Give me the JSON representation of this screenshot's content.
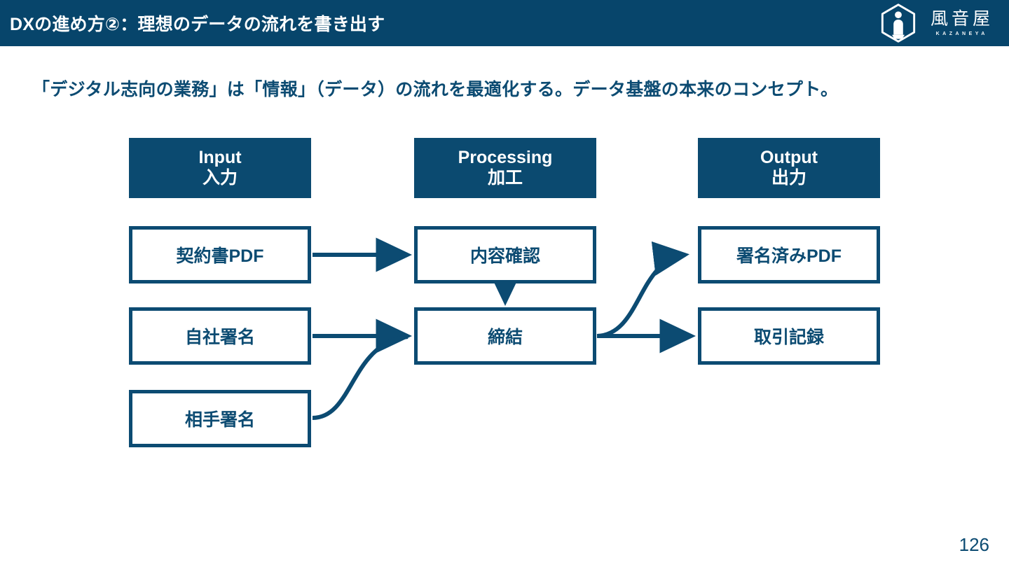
{
  "header": {
    "title": "DXの進め方②：理想のデータの流れを書き出す",
    "bar_color": "#07456b",
    "logo": {
      "icon_name": "kazaneya-hexagon-logo",
      "text_jp": "風音屋",
      "text_en": "KAZANEYA"
    }
  },
  "subtitle": "「デジタル志向の業務」は「情報」（データ）の流れを最適化する。データ基盤の本来のコンセプト。",
  "accent_color": "#0c4b72",
  "diagram": {
    "columns": [
      {
        "key": "input",
        "en": "Input",
        "jp": "入力"
      },
      {
        "key": "process",
        "en": "Processing",
        "jp": "加工"
      },
      {
        "key": "output",
        "en": "Output",
        "jp": "出力"
      }
    ],
    "nodes": {
      "input": [
        {
          "label": "契約書PDF"
        },
        {
          "label": "自社署名"
        },
        {
          "label": "相手署名"
        }
      ],
      "process": [
        {
          "label": "内容確認"
        },
        {
          "label": "締結"
        }
      ],
      "output": [
        {
          "label": "署名済みPDF"
        },
        {
          "label": "取引記録"
        }
      ]
    },
    "connectors": [
      {
        "name": "arrow-keiyakusho-to-naiyoukakunin",
        "from": "契約書PDF",
        "to": "内容確認",
        "style": "straight"
      },
      {
        "name": "arrow-naiyoukakunin-to-teiketsu",
        "from": "内容確認",
        "to": "締結",
        "style": "straight-down"
      },
      {
        "name": "arrow-jishashomei-to-teiketsu",
        "from": "自社署名",
        "to": "締結",
        "style": "straight"
      },
      {
        "name": "arrow-aiteshomei-to-teiketsu",
        "from": "相手署名",
        "to": "締結",
        "style": "curve"
      },
      {
        "name": "arrow-teiketsu-to-shomeizumi-pdf",
        "from": "締結",
        "to": "署名済みPDF",
        "style": "curve"
      },
      {
        "name": "arrow-teiketsu-to-torihikikiroku",
        "from": "締結",
        "to": "取引記録",
        "style": "straight"
      }
    ]
  },
  "page_number": "126"
}
